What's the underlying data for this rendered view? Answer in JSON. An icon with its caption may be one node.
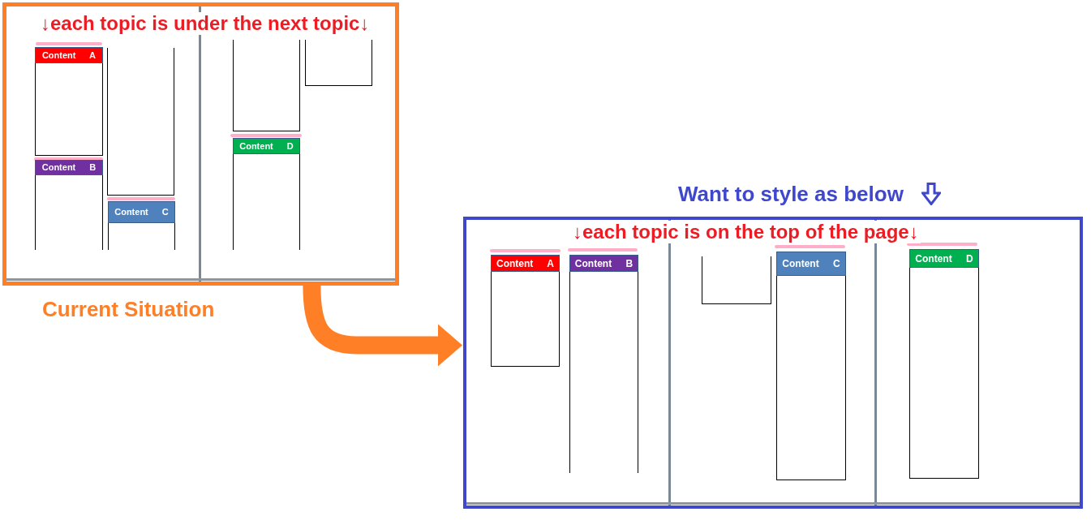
{
  "diagram": {
    "nodes": [
      {
        "text": [
          "↓each topic is under the next topic↓"
        ],
        "beside": [
          "Current Situation"
        ]
      },
      {
        "text": [
          "Content A"
        ],
        "in": 0
      },
      {
        "text": [],
        "shape": "box",
        "in": 0
      },
      {
        "text": [
          "Content B"
        ],
        "in": 0
      },
      {
        "text": [
          "Content C"
        ],
        "in": 0
      },
      {
        "text": [],
        "shape": "box",
        "in": 0
      },
      {
        "text": [],
        "shape": "box",
        "in": 0
      },
      {
        "text": [
          "Content D"
        ],
        "in": 0
      },
      {
        "text": [
          "↓each topic is on the top of the page↓"
        ],
        "beside": [
          "Want to style as below"
        ]
      },
      {
        "text": [
          "Content A"
        ],
        "in": 8
      },
      {
        "text": [
          "Content B"
        ],
        "in": 8
      },
      {
        "text": [],
        "shape": "box",
        "in": 8
      },
      {
        "text": [
          "Content C"
        ],
        "in": 8
      },
      {
        "text": [
          "Content D"
        ],
        "in": 8
      }
    ],
    "edges": [
      {
        "from": 0,
        "to": 8,
        "arrow": "to",
        "color": "#ff7f27"
      }
    ]
  }
}
